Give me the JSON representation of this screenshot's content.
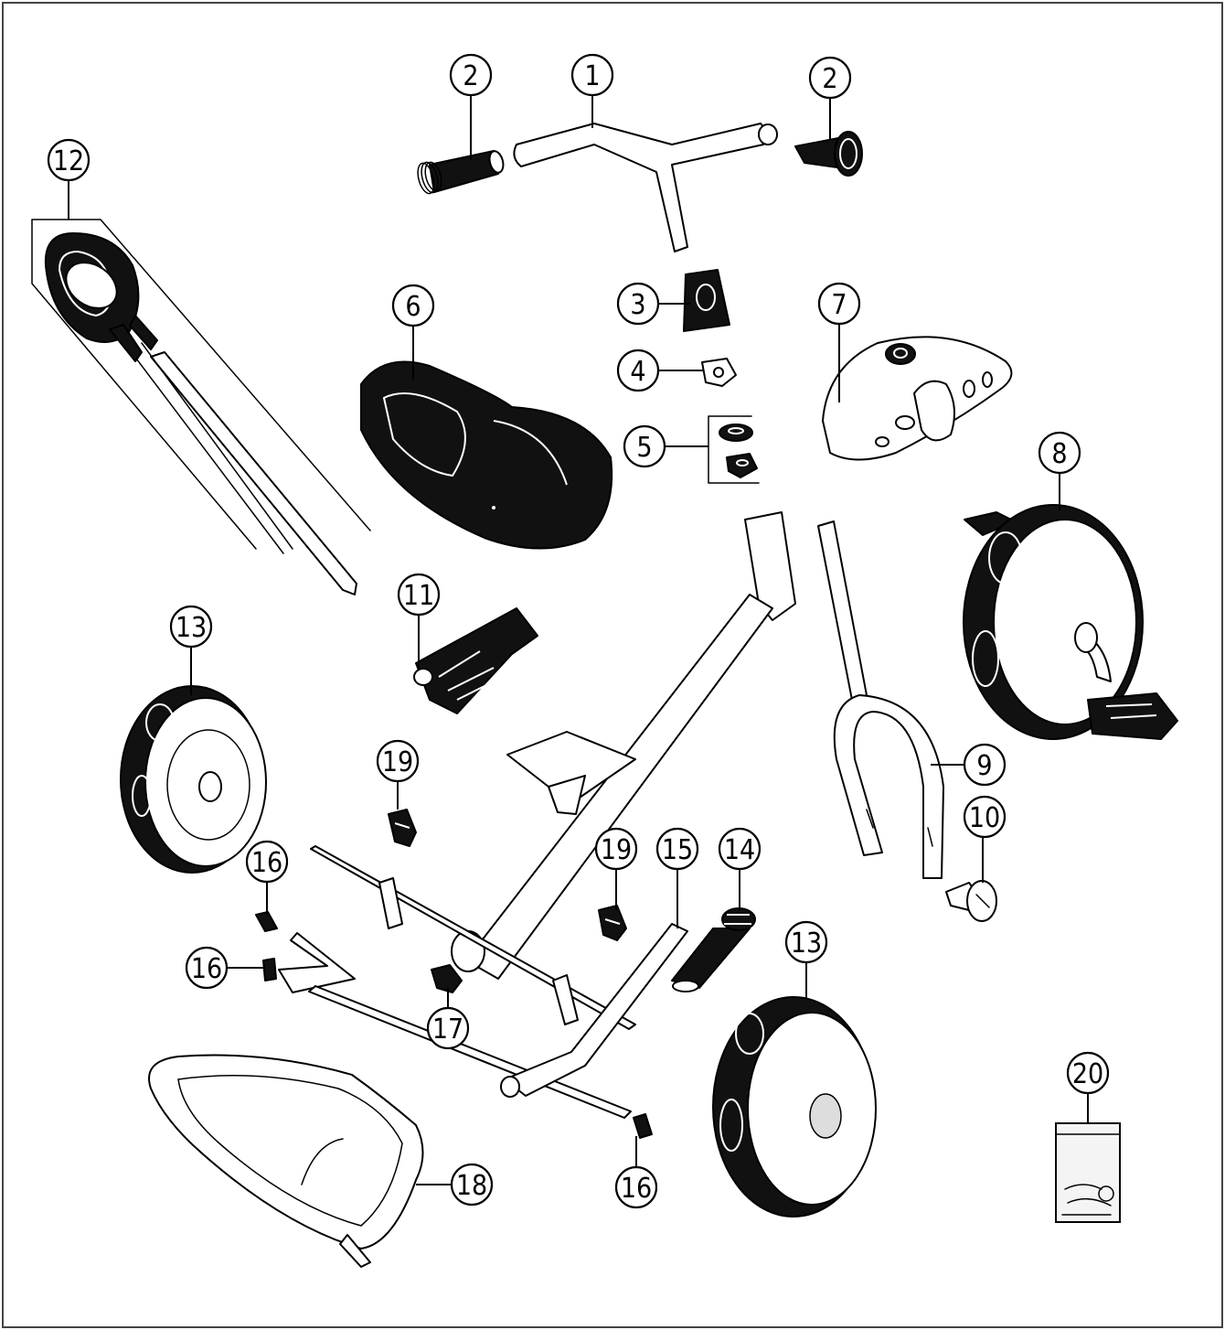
{
  "diagram": {
    "type": "exploded-parts-diagram",
    "colors": {
      "ink": "#000000",
      "paper": "#ffffff",
      "frame": "#444444"
    },
    "parts": [
      {
        "id": "handlebar",
        "icon": "handlebar-icon",
        "callout": "1"
      },
      {
        "id": "grip-left",
        "icon": "grip-icon",
        "callout": "2"
      },
      {
        "id": "grip-right",
        "icon": "grip-icon",
        "callout": "2"
      },
      {
        "id": "stem-cap",
        "icon": "stem-cap-icon",
        "callout": "3"
      },
      {
        "id": "clamp-nut",
        "icon": "nut-icon",
        "callout": "4"
      },
      {
        "id": "headset-nuts",
        "icon": "nuts-icon",
        "callout": "5"
      },
      {
        "id": "seat",
        "icon": "seat-icon",
        "callout": "6"
      },
      {
        "id": "front-guard",
        "icon": "guard-icon",
        "callout": "7"
      },
      {
        "id": "front-wheel",
        "icon": "wheel-pedal-icon",
        "callout": "8"
      },
      {
        "id": "fork",
        "icon": "fork-icon",
        "callout": "9"
      },
      {
        "id": "axle-bolt",
        "icon": "bolt-icon",
        "callout": "10"
      },
      {
        "id": "seat-bracket",
        "icon": "bracket-icon",
        "callout": "11"
      },
      {
        "id": "push-handle",
        "icon": "push-handle-icon",
        "callout": "12"
      },
      {
        "id": "rear-wheel-left",
        "icon": "wheel-icon",
        "callout": "13"
      },
      {
        "id": "rear-wheel-right",
        "icon": "wheel-icon",
        "callout": "13"
      },
      {
        "id": "rear-grip",
        "icon": "grip-icon",
        "callout": "14"
      },
      {
        "id": "rear-tube",
        "icon": "tube-icon",
        "callout": "15"
      },
      {
        "id": "pin-upper",
        "icon": "pin-icon",
        "callout": "16"
      },
      {
        "id": "pin-middle",
        "icon": "pin-icon",
        "callout": "16"
      },
      {
        "id": "pin-lower",
        "icon": "pin-icon",
        "callout": "16"
      },
      {
        "id": "axle-nut",
        "icon": "nut-icon",
        "callout": "17"
      },
      {
        "id": "footrest-tray",
        "icon": "tray-icon",
        "callout": "18"
      },
      {
        "id": "axle-cap-upper",
        "icon": "cap-icon",
        "callout": "19"
      },
      {
        "id": "axle-cap-lower",
        "icon": "cap-icon",
        "callout": "19"
      },
      {
        "id": "hardware-bag",
        "icon": "bag-icon",
        "callout": "20"
      }
    ]
  }
}
